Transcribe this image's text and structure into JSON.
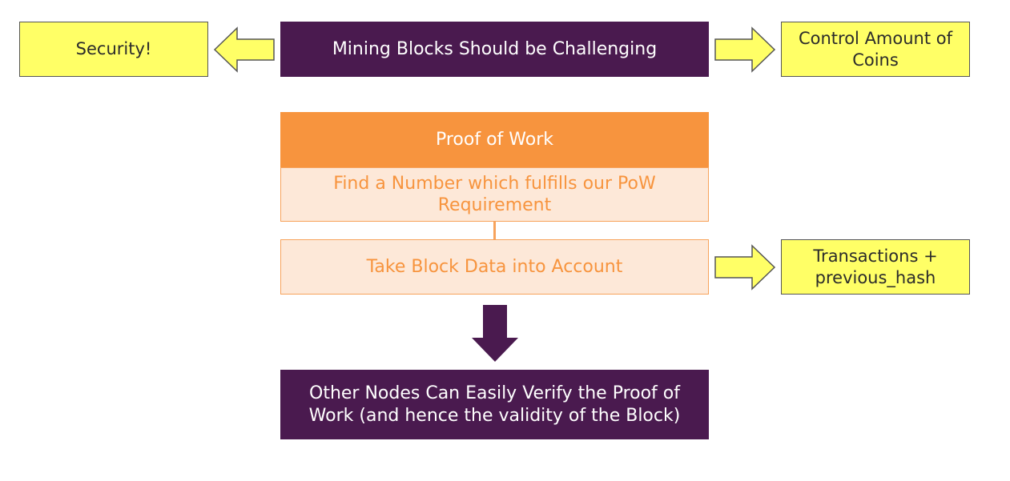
{
  "top": {
    "left_box": "Security!",
    "center_box": "Mining Blocks Should be Challenging",
    "right_box": "Control Amount of Coins"
  },
  "pow": {
    "header": "Proof of Work",
    "step1": "Find a Number which fulfills our PoW Requirement",
    "step2": "Take Block Data into Account",
    "step2_note": "Transactions + previous_hash"
  },
  "result": {
    "box": "Other Nodes Can Easily Verify the Proof of Work (and hence the validity of the Block)"
  },
  "colors": {
    "yellow": "#ffff66",
    "purple": "#4a1a4f",
    "orange": "#f7943e",
    "orange_light": "#fde8d8"
  }
}
